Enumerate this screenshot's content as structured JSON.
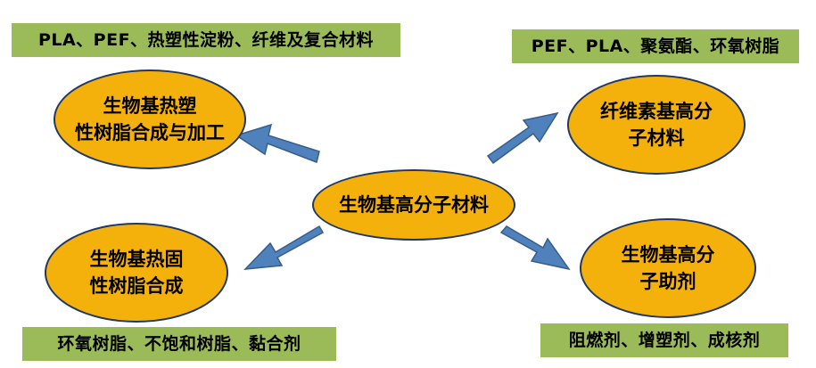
{
  "diagram": {
    "center": {
      "label": "生物基高分子材料"
    },
    "nodes": [
      {
        "id": "thermoplastic",
        "lines": [
          "生物基热塑",
          "性树脂合成与加工"
        ]
      },
      {
        "id": "cellulose",
        "lines": [
          "纤维素基高分",
          "子材料"
        ]
      },
      {
        "id": "thermoset",
        "lines": [
          "生物基热固",
          "性树脂合成"
        ]
      },
      {
        "id": "additive",
        "lines": [
          "生物基高分",
          "子助剂"
        ]
      }
    ],
    "labels": {
      "thermoplastic": "PLA、PEF、热塑性淀粉、纤维及复合材料",
      "cellulose": "PEF、PLA、聚氨酯、环氧树脂",
      "thermoset": "环氧树脂、不饱和树脂、黏合剂",
      "additive": "阻燃剂、增塑剂、成核剂"
    }
  },
  "colors": {
    "node_fill": "#f5b10b",
    "node_border": "#1f3864",
    "label_fill": "#9bbb59",
    "arrow_fill": "#4f81bd",
    "arrow_stroke": "#385d8a"
  }
}
